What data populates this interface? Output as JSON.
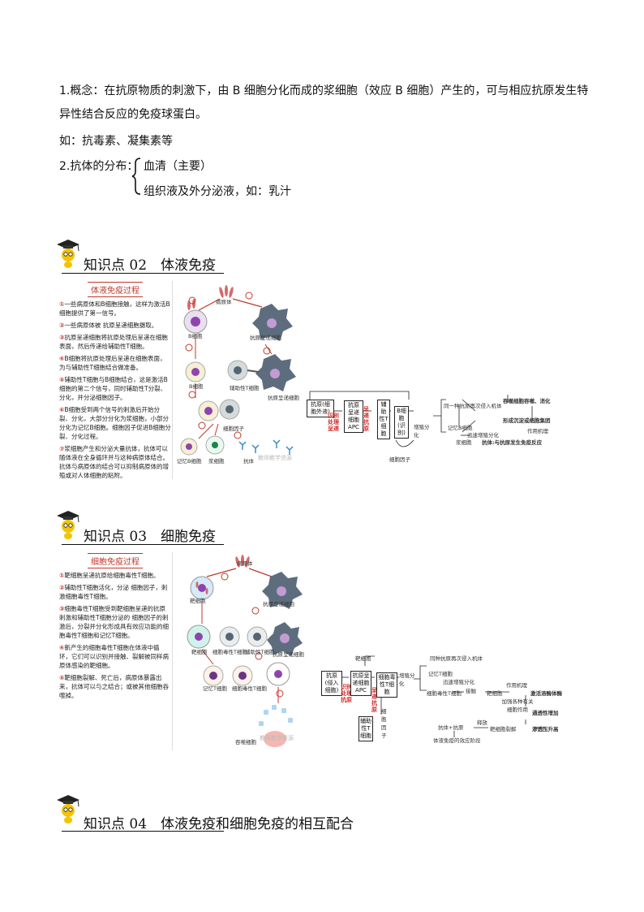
{
  "para1_line1": "1.概念：在抗原物质的刺激下，由 B 细胞分化而成的浆细胞（效应 B 细胞）产生的，可与相应抗原发生特",
  "para1_line2": "异性结合反应的免疫球蛋白。",
  "para2": "如：抗毒素、凝集素等",
  "dist_label": "2.抗体的分布：",
  "dist_item1": "血清（主要）",
  "dist_item2": "组织液及外分泌液，如：乳汁",
  "sections": [
    {
      "title": "知识点 02　体液免疫"
    },
    {
      "title": "知识点 03　细胞免疫"
    },
    {
      "title": "知识点 04　体液免疫和细胞免疫的相互配合"
    }
  ],
  "humoral": {
    "box_title": "体液免疫过程",
    "steps": [
      {
        "n": "①",
        "t": "一些病原体和B细胞接触，这样为激活B细胞提供了第一信号。"
      },
      {
        "n": "②",
        "t": "一些病原体被 抗原呈递细胞摄取。"
      },
      {
        "n": "③",
        "t": "抗原呈递细胞将抗原处理后呈递在细胞表面，然后传递给辅助性T细胞。"
      },
      {
        "n": "④",
        "t": "B细胞将抗原处理后呈递在细胞表面，为与辅助性T细胞结合做准备。"
      },
      {
        "n": "⑤",
        "t": "辅助性T细胞与B细胞结合，这是激活B细胞的第二个信号，同时辅助性T分裂、分化，并分泌细胞因子。"
      },
      {
        "n": "⑥",
        "t": "B细胞受到两个信号的刺激后开始分裂、分化，大部分分化为浆细胞，小部分分化为记忆B细胞。细胞因子促进B细胞分裂、分化过程。"
      },
      {
        "n": "⑦",
        "t": "浆细胞产生和分泌大量抗体，抗体可以随体液在全身循环并与这种病原体结合。抗体与病原体的结合可以抑制病原体的增殖或对人体细胞的粘附。"
      }
    ],
    "labels": [
      "病原体",
      "B细胞",
      "抗原呈递细胞",
      "B细胞",
      "辅助性T细胞",
      "抗原呈递细胞",
      "细胞因子",
      "记忆B细胞",
      "浆细胞",
      "抗体"
    ],
    "flow": {
      "antigen": "抗原(细胞外液)",
      "id_process": "识别处理呈递",
      "apc": "抗原呈递细胞APC",
      "present": "呈递抗原",
      "th": "辅助性T细胞",
      "b": "B细胞(识别)",
      "cytokine": "细胞因子",
      "prolif": "增殖分化",
      "memB": "记忆B细胞",
      "reinvade": "同一种抗原再次侵入机体",
      "fast": "迅速增殖分化",
      "plasma": "浆细胞",
      "antibody": "抗体:与抗原发生免疫反应",
      "mech": "作用机理",
      "complex": "形成沉淀或细胞集团",
      "phago": "吞噬细胞吞噬、消化"
    },
    "watermark": "教师教学资源"
  },
  "cellular": {
    "box_title": "细胞免疫过程",
    "steps": [
      {
        "n": "①",
        "t": "靶细胞呈递抗原给细胞毒性T细胞。"
      },
      {
        "n": "②",
        "t": "辅助性T细胞活化，分泌 细胞因子，刺激细胞毒性T细胞。"
      },
      {
        "n": "③",
        "t": "细胞毒性T细胞受到靶细胞呈递的抗原刺激和辅助性T细胞分泌的 细胞因子的刺激后，分裂并分化形成具有效应功能的细胞毒性T细胞和记忆T细胞。"
      },
      {
        "n": "④",
        "t": "新产生的细胞毒性T细胞在体液中循环，它们可以识别并接触、裂解被同样病原体感染的靶细胞。"
      },
      {
        "n": "⑤",
        "t": "靶细胞裂解、死亡后，病原体暴露出来，抗体可以与之结合；或被其他细胞吞噬掉。"
      }
    ],
    "labels": [
      "病原体",
      "靶细胞",
      "抗原呈递细胞",
      "靶细胞",
      "细胞毒性T细胞",
      "辅助性T细胞",
      "抗原呈递细胞",
      "记忆T细胞",
      "细胞毒性T细胞",
      "吞噬细胞"
    ],
    "flow": {
      "target": "靶细胞",
      "antigen": "抗原(侵入细胞)",
      "apc": "抗原呈递细胞APC",
      "id_process": "识别处理抗原",
      "present": "呈递抗原",
      "th": "辅助性T细胞",
      "cytokine": "细胞因子",
      "ctl": "细胞毒性T细胞",
      "prolif": "增殖分化",
      "reinvade": "同种抗原再次侵入机体",
      "memT": "记忆T细胞",
      "fast": "迅速增殖分化",
      "effT": "细胞毒性T细胞",
      "contact": "接触",
      "targetcell": "靶细胞",
      "mech": "作用机理",
      "activate": "激活溶酶体酶",
      "enhance": "加强各种有关细胞作用",
      "perm": "通透性增加",
      "osm": "渗透压升高",
      "lysis": "靶细胞裂解",
      "release": "释放",
      "ab_ag": "抗体+抗原",
      "effect": "体液免疫的效应阶段"
    },
    "watermark": "教师教学资源"
  }
}
